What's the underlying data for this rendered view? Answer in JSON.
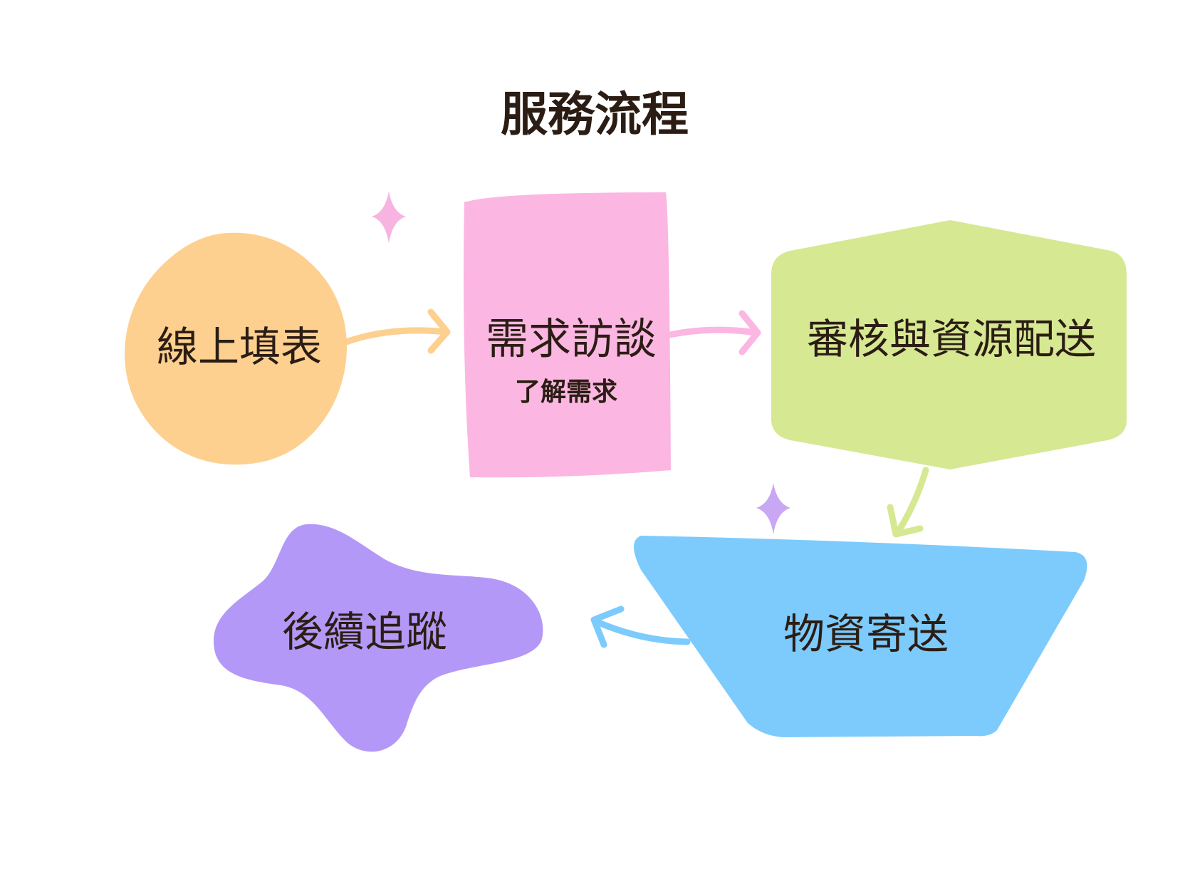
{
  "title": "服務流程",
  "steps": [
    {
      "label": "線上填表",
      "color": "#fdd08f"
    },
    {
      "label": "需求訪談",
      "sublabel": "了解需求",
      "color": "#fbb6e2"
    },
    {
      "label": "審核與資源配送",
      "color": "#d6e892"
    },
    {
      "label": "物資寄送",
      "color": "#7ccbfc"
    },
    {
      "label": "後續追蹤",
      "color": "#b498f7"
    }
  ],
  "sparkle_colors": [
    "#f8b4e0",
    "#c8a7f5"
  ],
  "text_color": "#2b1d14"
}
